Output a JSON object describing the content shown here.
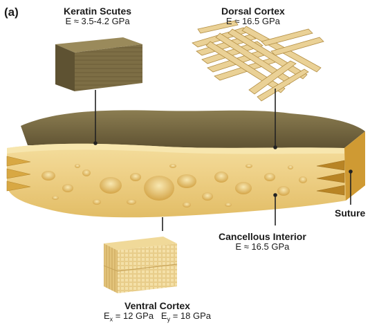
{
  "panel_label": "(a)",
  "labels": {
    "keratin": {
      "title": "Keratin Scutes",
      "value": "E ≈ 3.5-4.2 GPa"
    },
    "dorsal": {
      "title": "Dorsal Cortex",
      "value": "E ≈ 16.5 GPa"
    },
    "cancellous": {
      "title": "Cancellous Interior",
      "value": "E ≈ 16.5 GPa"
    },
    "suture": {
      "title": "Suture"
    },
    "ventral": {
      "title": "Ventral Cortex",
      "value_parts": [
        "E",
        "x",
        " = 12 GPa   E",
        "y",
        " = 18 GPa"
      ]
    }
  },
  "colors": {
    "keratin_dark": "#6b5e3a",
    "keratin_mid": "#8a7a4c",
    "bone_light": "#f3dc9a",
    "bone_mid": "#e6c26a",
    "bone_dark": "#c9962f",
    "pore": "#d6a94a",
    "fiber": "#e9cf8d",
    "fiber_dark": "#b89448"
  }
}
